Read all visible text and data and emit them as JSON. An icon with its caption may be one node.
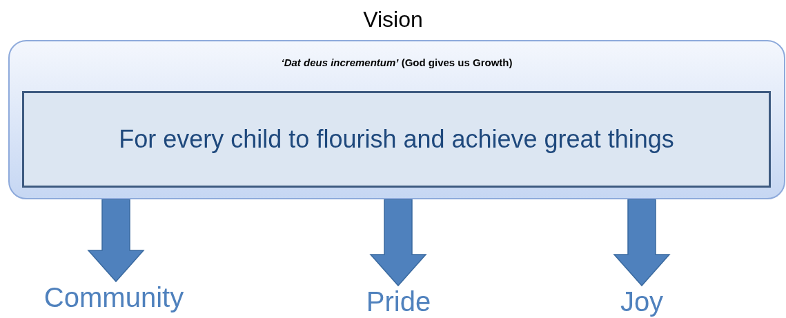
{
  "diagram": {
    "title": "Vision",
    "nodes": [
      {
        "text": [
          "*‘Dat deus incrementum’* (God gives us Growth)"
        ]
      },
      {
        "text": [
          "For every child to flourish and achieve great things"
        ],
        "in": 0
      },
      {
        "text": [
          "Community"
        ]
      },
      {
        "text": [
          "Pride"
        ]
      },
      {
        "text": [
          "Joy"
        ]
      }
    ],
    "edges": [
      {
        "from": 0,
        "to": 2,
        "arrow": "to"
      },
      {
        "from": 0,
        "to": 3,
        "arrow": "to"
      },
      {
        "from": 0,
        "to": 4,
        "arrow": "to"
      }
    ]
  }
}
